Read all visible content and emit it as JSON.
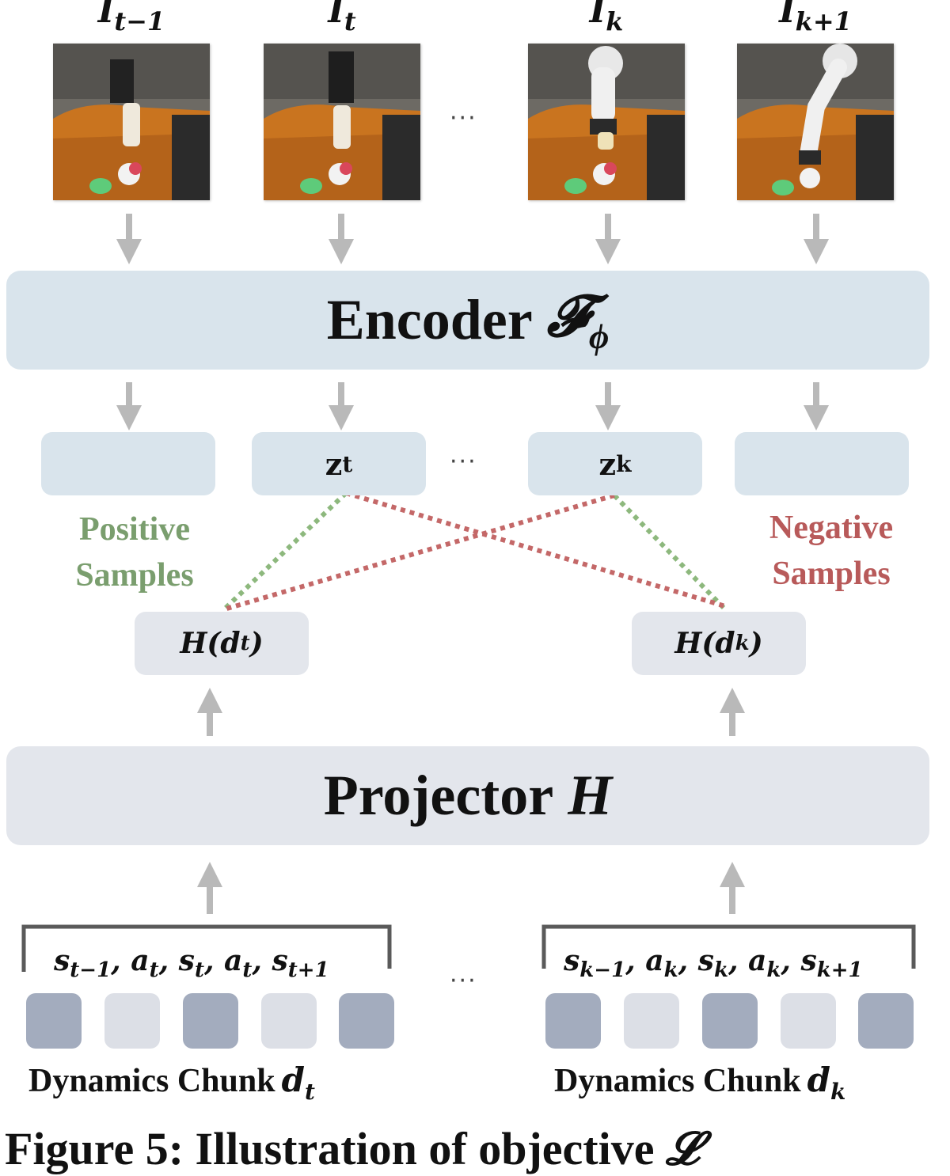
{
  "frames": [
    {
      "symbol": "I",
      "subscript": "t−1"
    },
    {
      "symbol": "I",
      "subscript": "t"
    },
    {
      "symbol": "I",
      "subscript": "k"
    },
    {
      "symbol": "I",
      "subscript": "k+1"
    }
  ],
  "ellipsis": "···",
  "encoder": {
    "label": "Encoder",
    "symbol": "𝓕",
    "subscript": "ϕ"
  },
  "features": {
    "z_t": {
      "symbol": "z",
      "subscript": "t"
    },
    "z_k": {
      "symbol": "z",
      "subscript": "k"
    }
  },
  "positive_label": {
    "line1": "Positive",
    "line2": "Samples"
  },
  "negative_label": {
    "line1": "Negative",
    "line2": "Samples"
  },
  "projector_outputs": [
    {
      "prefix": "H(d",
      "subscript": "t",
      "suffix": ")"
    },
    {
      "prefix": "H(d",
      "subscript": "k",
      "suffix": ")"
    }
  ],
  "projector": {
    "label": "Projector",
    "symbol": "H"
  },
  "sequences": {
    "left": {
      "s1": "s",
      "s1_sub": "t−1",
      "a1": "a",
      "a1_sub": "t",
      "s2": "s",
      "s2_sub": "t",
      "a2": "a",
      "a2_sub": "t",
      "s3": "s",
      "s3_sub": "t+1"
    },
    "right": {
      "s1": "s",
      "s1_sub": "k−1",
      "a1": "a",
      "a1_sub": "k",
      "s2": "s",
      "s2_sub": "k",
      "a2": "a",
      "a2_sub": "k",
      "s3": "s",
      "s3_sub": "k+1"
    }
  },
  "chunks": {
    "left": {
      "label": "Dynamics Chunk",
      "symbol": "d",
      "subscript": "t"
    },
    "right": {
      "label": "Dynamics Chunk",
      "symbol": "d",
      "subscript": "k"
    }
  },
  "caption": {
    "text": "Figure 5: Illustration of objective ",
    "symbol": "𝓛"
  },
  "colors": {
    "encoder_band": "#d9e4ec",
    "projector_band": "#e3e6ec",
    "arrow": "#b9b9b9",
    "positive": "#7a9e6e",
    "negative": "#b85a5a",
    "token_dark": "#a3acbe",
    "token_light": "#dcdfe6"
  }
}
